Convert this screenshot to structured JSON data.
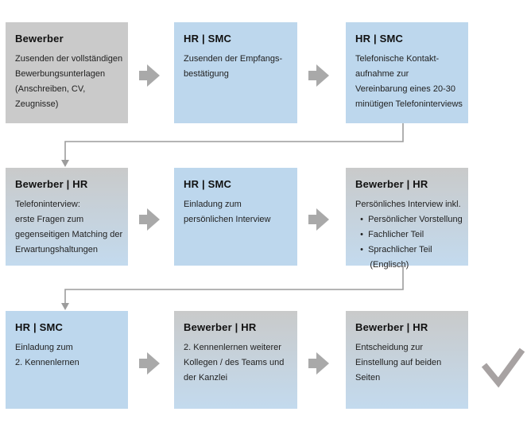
{
  "colors": {
    "gray_box": "#cacaca",
    "blue_box": "#bdd7ed",
    "gradient_box_top": "#c9caca",
    "gradient_box_bottom": "#c3daee",
    "arrow": "#a9a9a9",
    "connector_line": "#9c9c9c",
    "checkmark": "#a7a2a2",
    "text": "#1a1a1a",
    "background": "#ffffff"
  },
  "rows": [
    {
      "boxes": [
        {
          "header": "Bewerber",
          "body": [
            "Zusenden der vollständigen",
            "Bewerbungsunterlagen",
            "(Anschreiben, CV,",
            "Zeugnisse)"
          ],
          "style": "gray"
        },
        {
          "header": "HR | SMC",
          "body": [
            "Zusenden der Empfangs-",
            "bestätigung"
          ],
          "style": "blue"
        },
        {
          "header": "HR | SMC",
          "body": [
            "Telefonische Kontakt-",
            "aufnahme zur",
            "Vereinbarung eines 20-30",
            "minütigen Telefoninterviews"
          ],
          "style": "blue"
        }
      ]
    },
    {
      "boxes": [
        {
          "header": "Bewerber | HR",
          "body": [
            "Telefoninterview:",
            "erste Fragen zum",
            "gegenseitigen Matching der",
            "Erwartungshaltungen"
          ],
          "style": "gradient"
        },
        {
          "header": "HR | SMC",
          "body": [
            "Einladung zum",
            "persönlichen Interview"
          ],
          "style": "blue"
        },
        {
          "header": "Bewerber | HR",
          "body": [
            "Persönliches Interview inkl.",
            "  •  Persönlicher Vorstellung",
            "  •  Fachlicher Teil",
            "  •  Sprachlicher Teil",
            "      (Englisch)"
          ],
          "style": "gradient"
        }
      ]
    },
    {
      "boxes": [
        {
          "header": "HR | SMC",
          "body": [
            "Einladung zum",
            "2. Kennenlernen"
          ],
          "style": "blue"
        },
        {
          "header": "Bewerber | HR",
          "body": [
            "2. Kennenlernen weiterer",
            "Kollegen / des Teams und",
            "der Kanzlei"
          ],
          "style": "gradient"
        },
        {
          "header": "Bewerber | HR",
          "body": [
            "Entscheidung zur",
            "Einstellung auf beiden",
            "Seiten"
          ],
          "style": "gradient"
        }
      ]
    }
  ],
  "icons": {
    "right_arrow": "thick right-pointing flow arrow",
    "down_arrow": "connector arrowhead pointing down",
    "check": "final success checkmark"
  }
}
